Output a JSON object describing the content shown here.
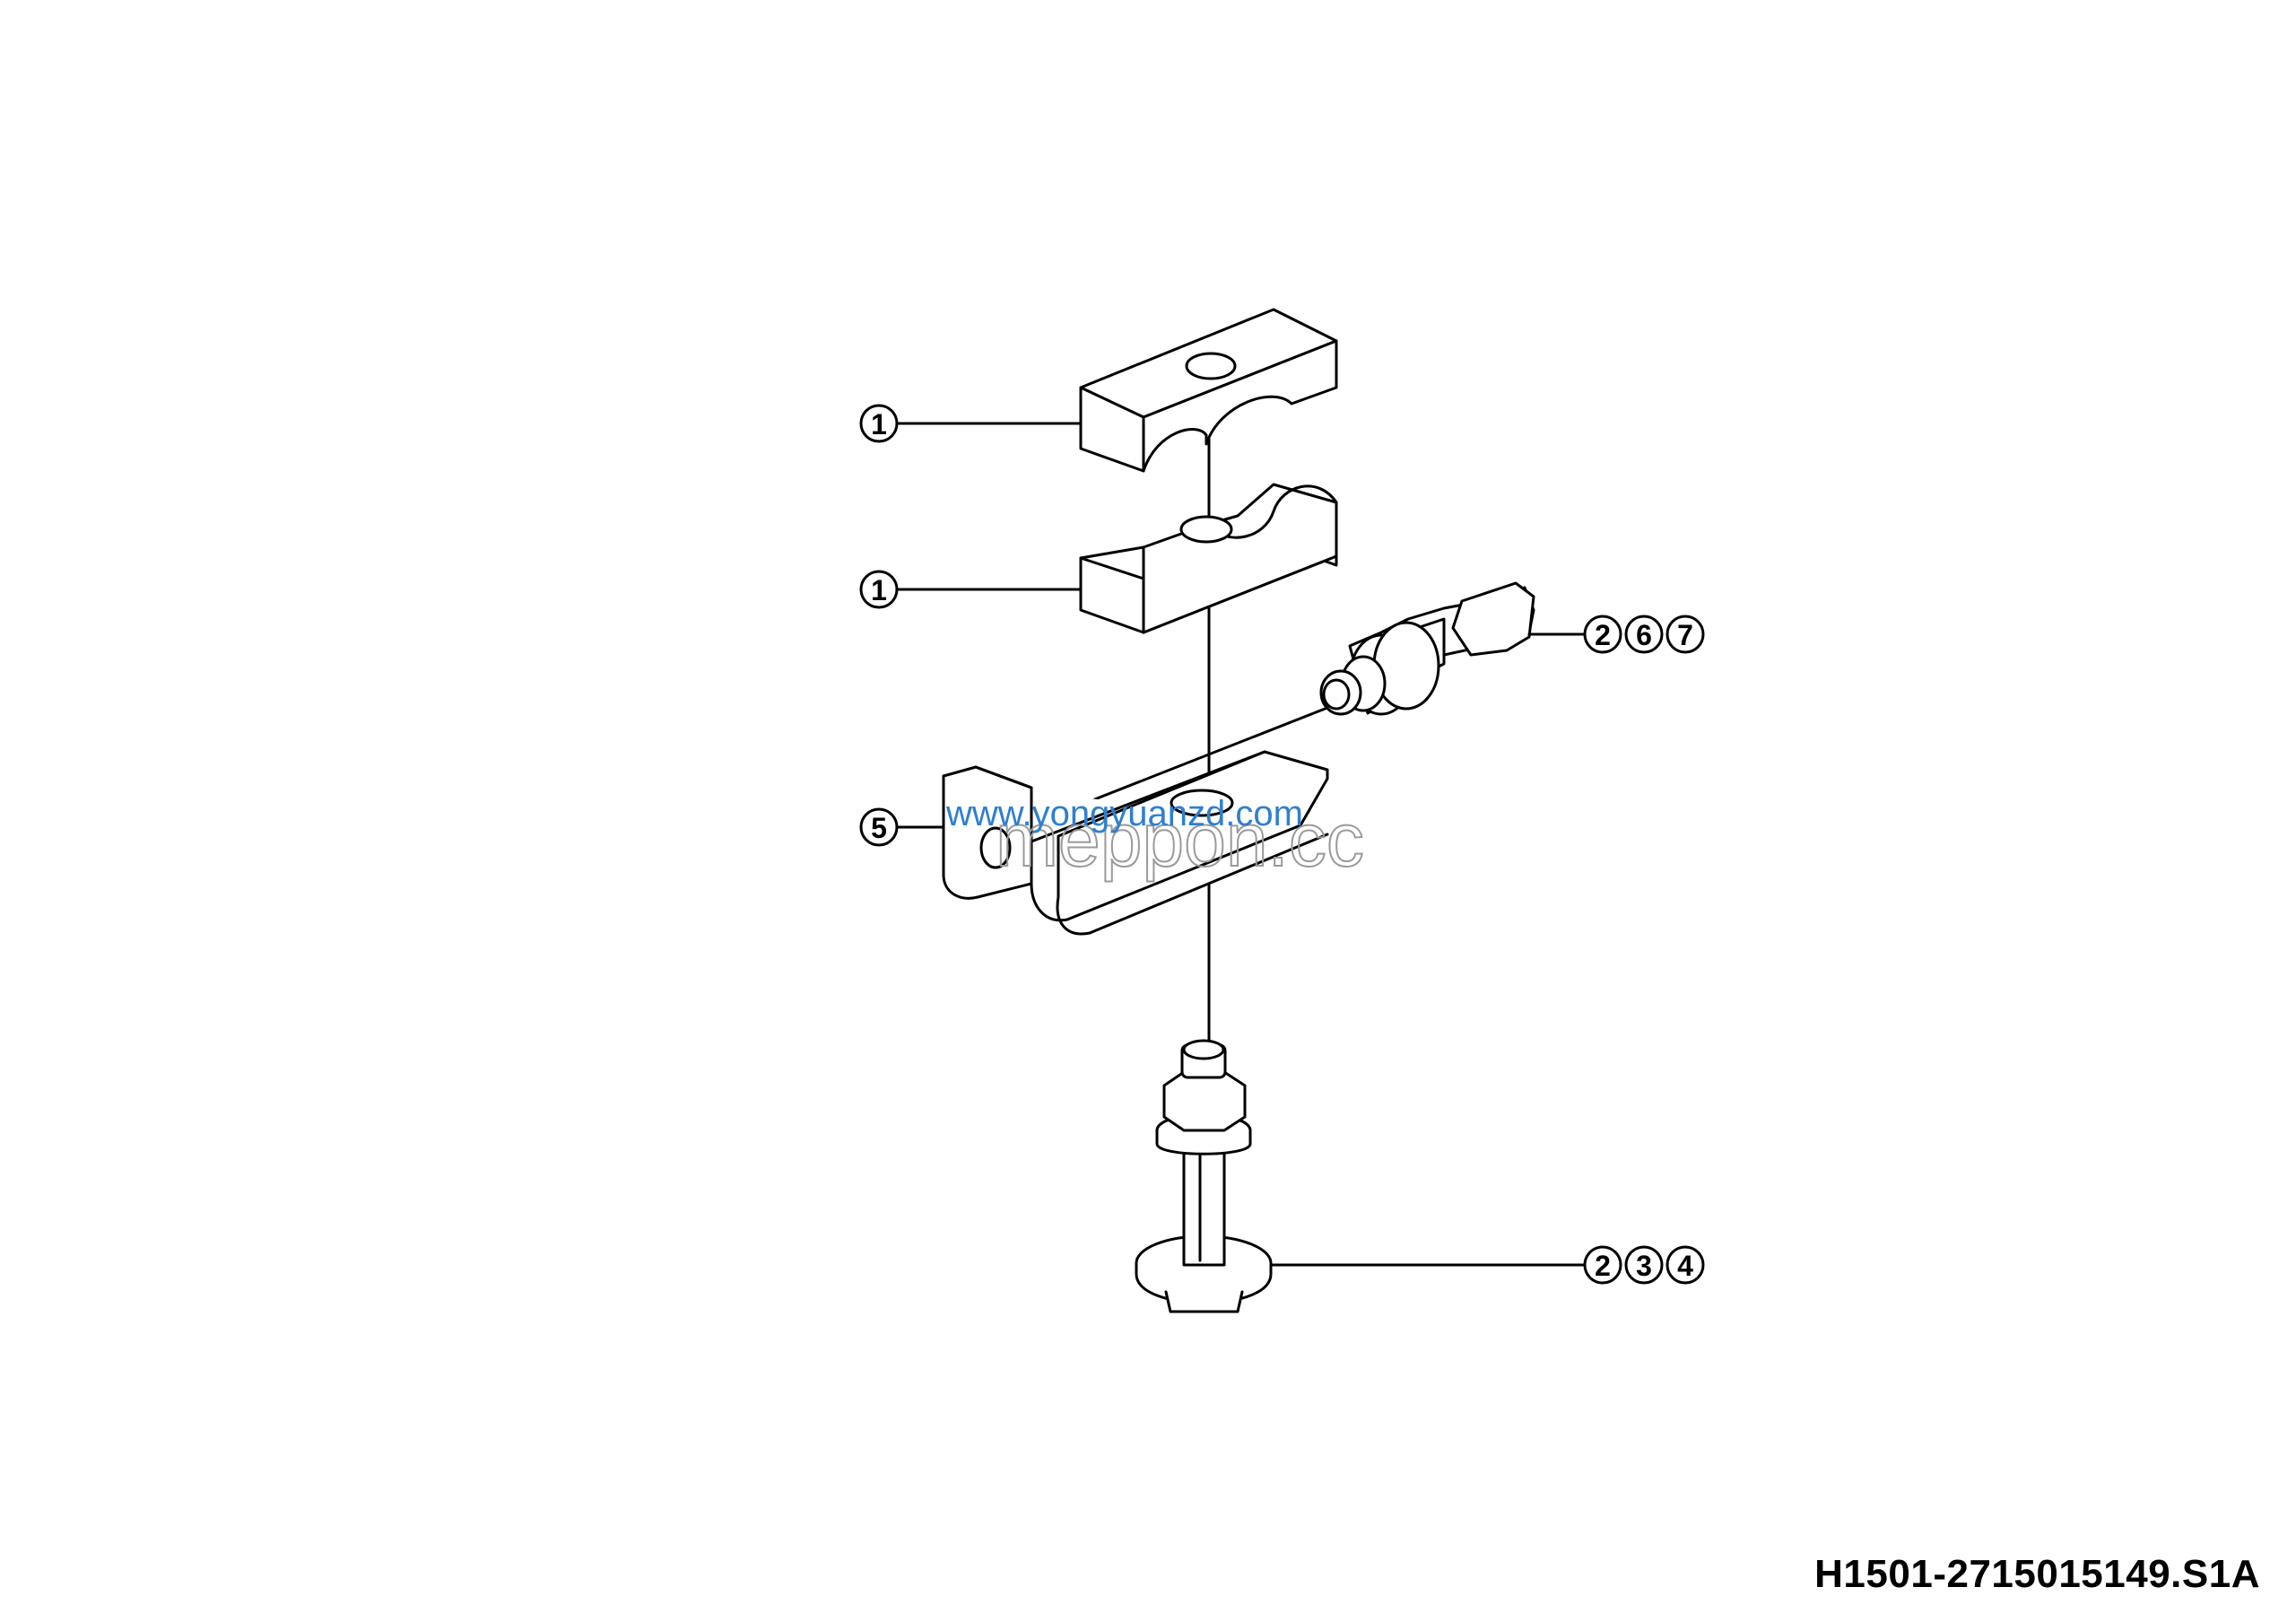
{
  "callouts": {
    "upper_clamp_half": "1",
    "lower_clamp_half": "1",
    "bracket": "5",
    "side_bolt": [
      "2",
      "6",
      "7"
    ],
    "bottom_bolt": [
      "2",
      "3",
      "4"
    ]
  },
  "watermarks": {
    "overlay_blue": "www.yongyuanzd.com",
    "overlay_gray": "meppon.cc"
  },
  "drawing_id": "H1501-2715015149.S1A"
}
